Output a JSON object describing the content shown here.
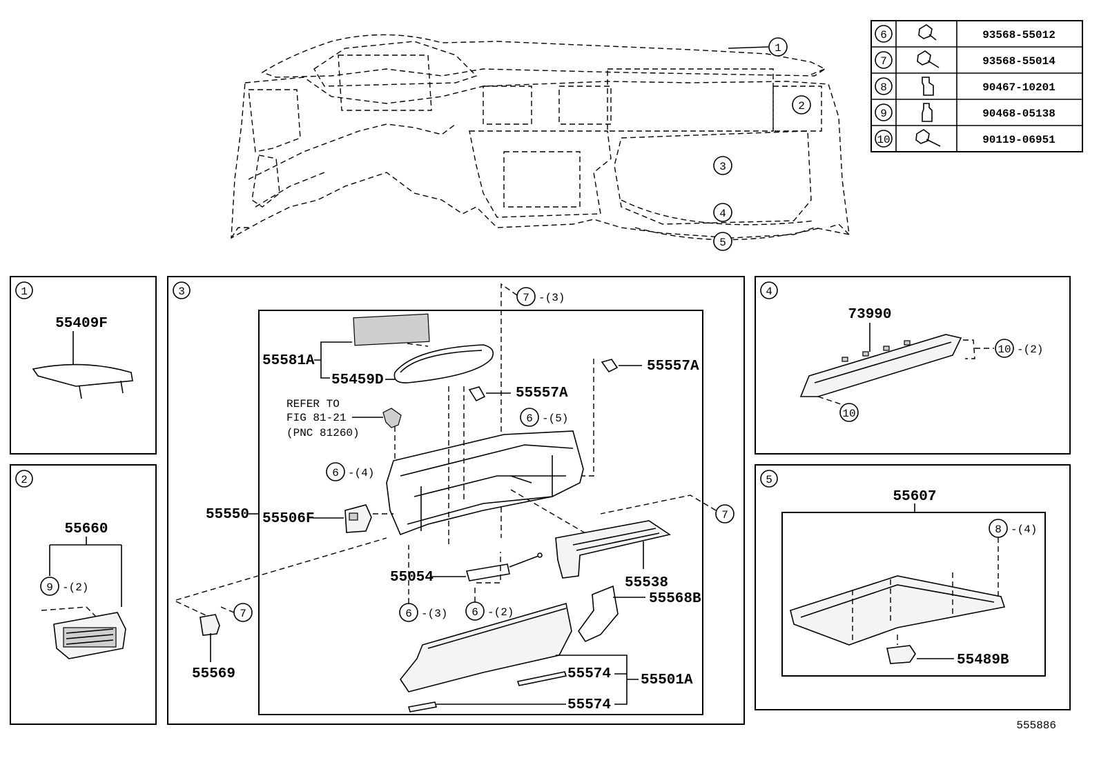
{
  "fastener_table": [
    {
      "ref": "6",
      "icon": "bolt-icon",
      "part_no": "93568-55012"
    },
    {
      "ref": "7",
      "icon": "bolt-icon",
      "part_no": "93568-55014"
    },
    {
      "ref": "8",
      "icon": "clip-icon",
      "part_no": "90467-10201"
    },
    {
      "ref": "9",
      "icon": "clip-icon",
      "part_no": "90468-05138"
    },
    {
      "ref": "10",
      "icon": "bolt-icon",
      "part_no": "90119-06951"
    }
  ],
  "overview_callouts": [
    "1",
    "2",
    "3",
    "4",
    "5"
  ],
  "panel1": {
    "id": "1",
    "part": "55409F"
  },
  "panel2": {
    "id": "2",
    "part": "55660",
    "fastener": "9",
    "qty": "-(2)"
  },
  "panel3": {
    "id": "3",
    "parts": {
      "p55581A": "55581A",
      "p55459D": "55459D",
      "p55557A_1": "55557A",
      "p55557A_2": "55557A",
      "p55550": "55550",
      "p55506F": "55506F",
      "p55054": "55054",
      "p55538": "55538",
      "p55568B": "55568B",
      "p55569": "55569",
      "p55574_1": "55574",
      "p55574_2": "55574",
      "p55501A": "55501A"
    },
    "refer_to": [
      "REFER TO",
      "FIG 81-21",
      "(PNC 81260)"
    ],
    "fasteners": [
      {
        "ref": "7",
        "qty": "-(3)"
      },
      {
        "ref": "6",
        "qty": "-(5)"
      },
      {
        "ref": "6",
        "qty": "-(4)"
      },
      {
        "ref": "7",
        "qty": ""
      },
      {
        "ref": "7",
        "qty": ""
      },
      {
        "ref": "6",
        "qty": "-(3)"
      },
      {
        "ref": "6",
        "qty": "-(2)"
      }
    ]
  },
  "panel4": {
    "id": "4",
    "part": "73990",
    "fastener_a": "10",
    "qty_a": "-(2)",
    "fastener_b": "10"
  },
  "panel5": {
    "id": "5",
    "part": "55607",
    "sub_part": "55489B",
    "fastener": "8",
    "qty": "-(4)"
  },
  "figure_id": "555886"
}
